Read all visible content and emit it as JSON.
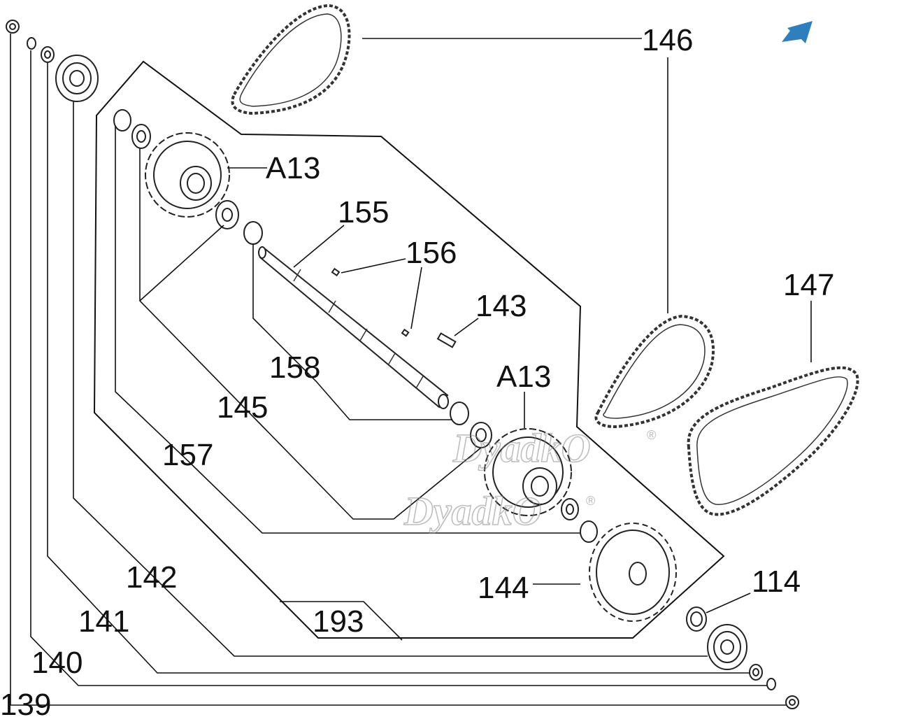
{
  "callouts": {
    "c146": "146",
    "c147": "147",
    "a13_top": "A13",
    "a13_mid": "A13",
    "c155": "155",
    "c156": "156",
    "c143": "143",
    "c158": "158",
    "c145": "145",
    "c157": "157",
    "c142": "142",
    "c141": "141",
    "c140": "140",
    "c139": "139",
    "c144": "144",
    "c114": "114",
    "c193": "193"
  },
  "watermark": {
    "text1": "DyadkO",
    "text2": "DyadkO",
    "reg": "®"
  },
  "colors": {
    "ink": "#111111",
    "arrow": "#2f7fbf",
    "watermark": "#8a8a8a"
  },
  "icons": {
    "direction_arrow": "arrow-down-left-icon"
  }
}
